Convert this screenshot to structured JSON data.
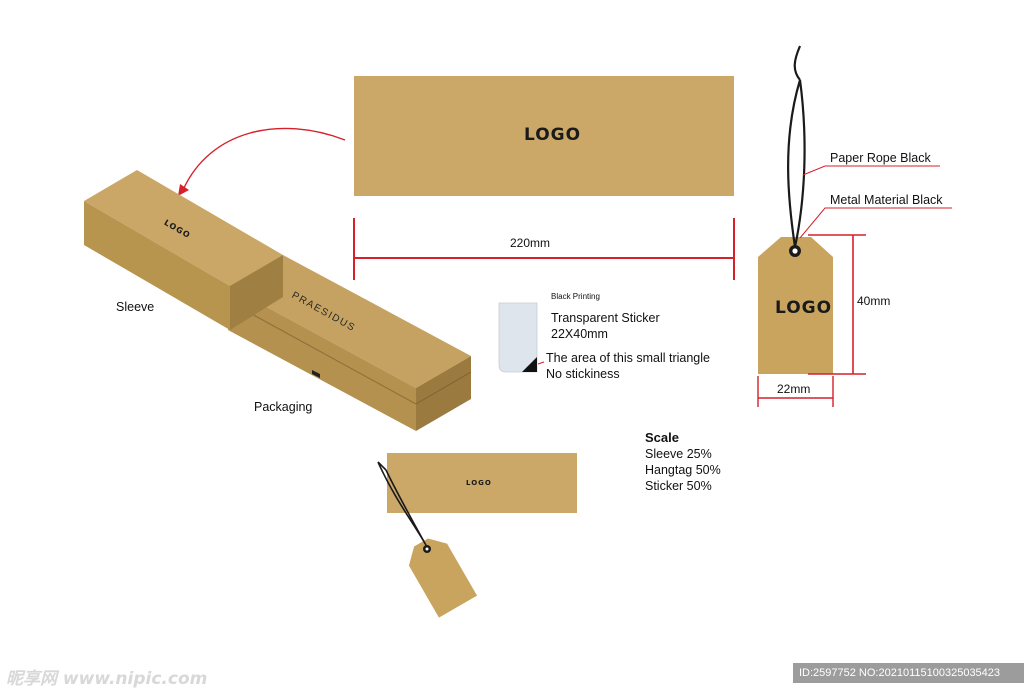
{
  "sleeve_flat": {
    "logo": "LOGO"
  },
  "dimensions": {
    "sleeve_width": "220mm",
    "hangtag_height": "40mm",
    "hangtag_width": "22mm"
  },
  "box": {
    "sleeve_logo": "LOGO",
    "brand": "PRAESIDUS",
    "sleeve_label": "Sleeve",
    "packaging_label": "Packaging"
  },
  "hangtag": {
    "logo": "LOGO",
    "rope_label": "Paper Rope Black",
    "metal_label": "Metal Material Black"
  },
  "sticker": {
    "printing_label": "Black Printing",
    "title": "Transparent Sticker",
    "size": "22X40mm",
    "triangle_note": "The area of this small triangle",
    "no_stick": "No stickiness"
  },
  "scale": {
    "heading": "Scale",
    "sleeve": "Sleeve 25%",
    "hangtag": "Hangtag 50%",
    "sticker": "Sticker 50%"
  },
  "preview": {
    "logo": "LOGO"
  },
  "watermark": {
    "left": "昵享网 www.nipic.com",
    "right": "ID:2597752 NO:20210115100325035423"
  },
  "colors": {
    "kraft": "#c9a45e",
    "kraft_dark": "#a8854a",
    "red": "#d6202a"
  }
}
